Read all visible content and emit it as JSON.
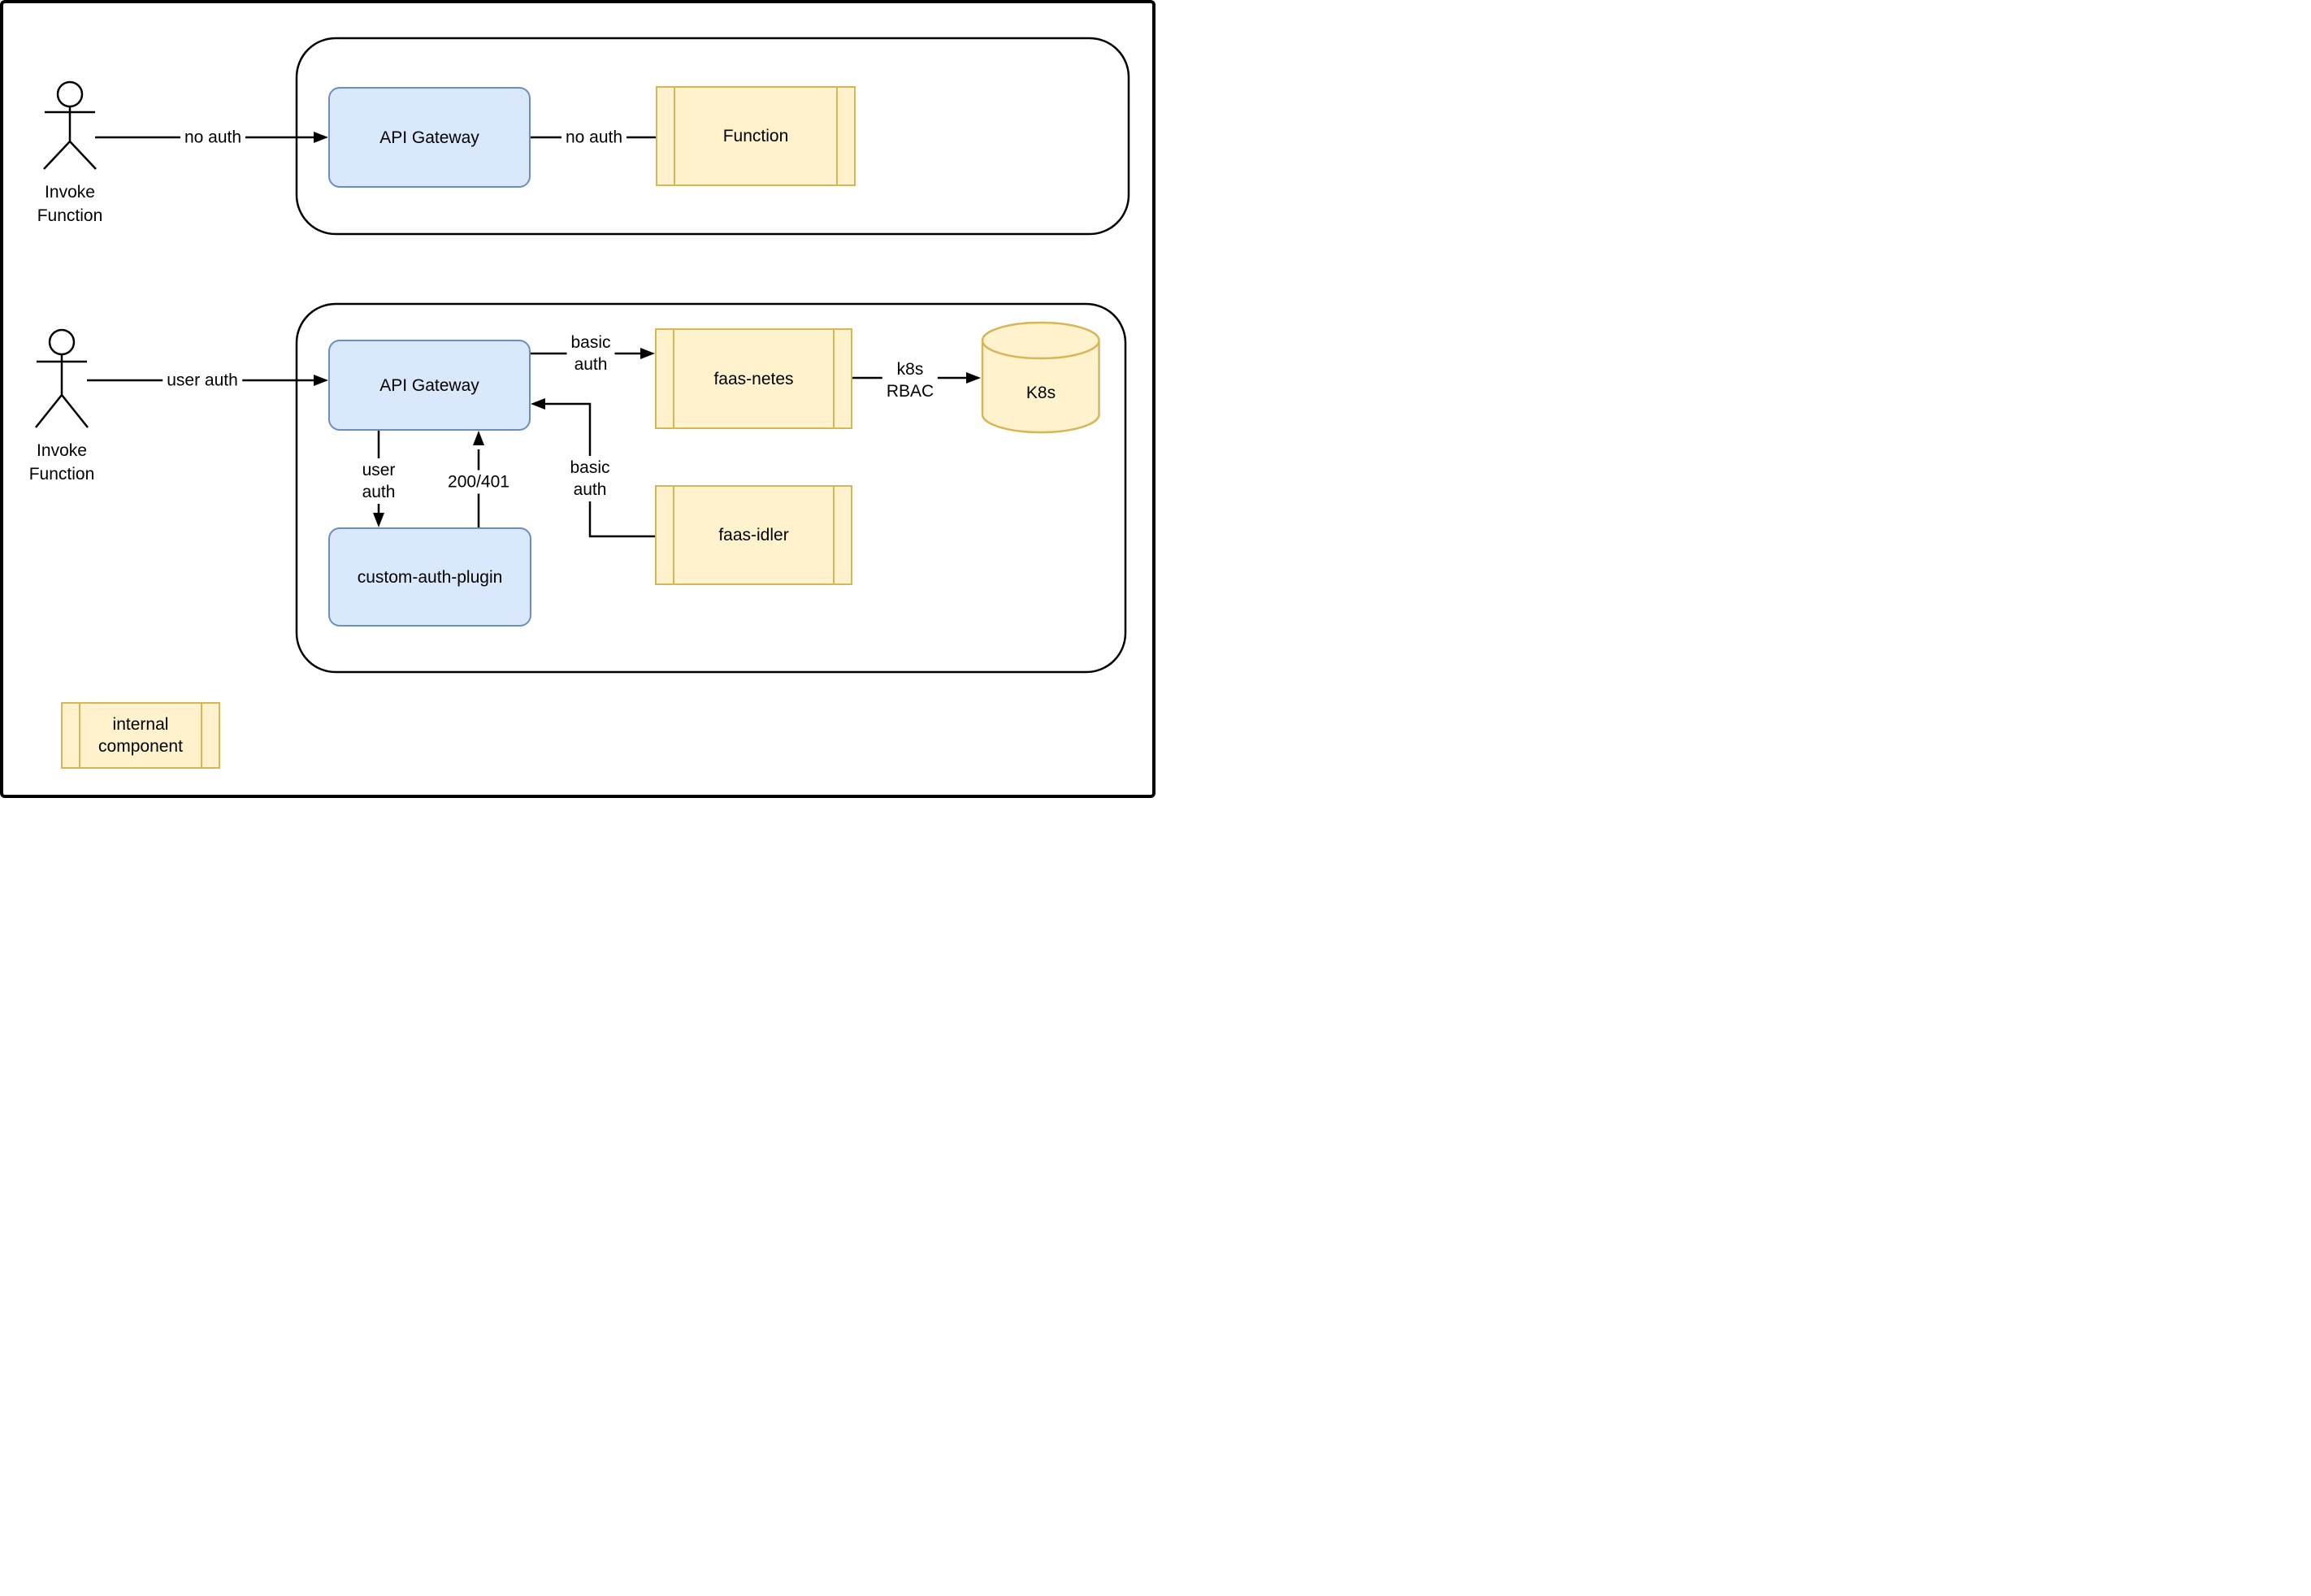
{
  "colors": {
    "gateway_fill": "#dae8fc",
    "gateway_stroke": "#6c8ebf",
    "component_fill": "#fff2cc",
    "component_stroke": "#d6b656",
    "line_color": "#000000",
    "background": "#ffffff"
  },
  "flow_no_auth": {
    "actor": {
      "line1": "Invoke",
      "line2": "Function"
    },
    "edge_actor_to_gateway": "no auth",
    "gateway_label": "API Gateway",
    "edge_gateway_to_function": "no auth",
    "function_label": "Function"
  },
  "flow_user_auth": {
    "actor": {
      "line1": "Invoke",
      "line2": "Function"
    },
    "edge_actor_to_gateway": "user auth",
    "gateway_label": "API Gateway",
    "edge_gateway_to_plugin": {
      "line1": "user",
      "line2": "auth"
    },
    "edge_plugin_to_gateway": "200/401",
    "plugin_label": "custom-auth-plugin",
    "edge_gateway_to_faasnetes": {
      "line1": "basic",
      "line2": "auth"
    },
    "faas_netes_label": "faas-netes",
    "edge_faasnetes_to_k8s": {
      "line1": "k8s",
      "line2": "RBAC"
    },
    "k8s_label": "K8s",
    "edge_faasidler_to_gateway": {
      "line1": "basic",
      "line2": "auth"
    },
    "faas_idler_label": "faas-idler"
  },
  "legend": {
    "line1": "internal",
    "line2": "component"
  }
}
